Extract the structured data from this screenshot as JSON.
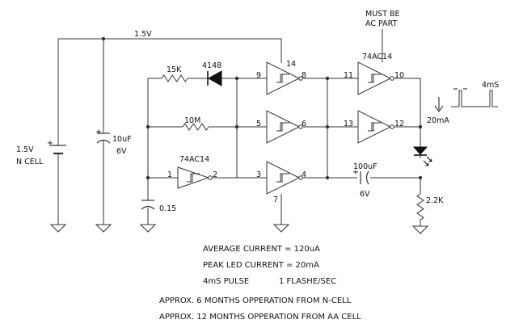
{
  "rail": {
    "label": "1.5V"
  },
  "battery": {
    "voltage": "1.5V",
    "name": "N CELL",
    "plus": "+"
  },
  "supply_cap": {
    "value": "10uF",
    "voltage": "6V",
    "plus": "+"
  },
  "timing_cap": {
    "value": "0.15"
  },
  "resistors": {
    "r15k": "15K",
    "r10m": "10M",
    "r22k": "2.2K"
  },
  "diode": {
    "part": "4148"
  },
  "chips": {
    "left": "74AC14",
    "right": "74AC14"
  },
  "pins": {
    "p1": "1",
    "p2": "2",
    "p3": "3",
    "p4": "4",
    "p5": "5",
    "p6": "6",
    "p7": "7",
    "p8": "8",
    "p9": "9",
    "p10": "10",
    "p11": "11",
    "p12": "12",
    "p13": "13",
    "p14": "14"
  },
  "output_cap": {
    "value": "100uF",
    "voltage": "6V",
    "plus": "+"
  },
  "note_ac": {
    "line1": "MUST BE",
    "line2": "AC PART"
  },
  "led_current": "20mA",
  "pulse_width": "4mS",
  "notes": {
    "avg": "AVERAGE CURRENT = 120uA",
    "peak": "PEAK LED CURRENT = 20mA",
    "pulse": "4mS PULSE",
    "flash": "1 FLASHE/SEC",
    "ncell": "APPROX. 6 MONTHS OPPERATION FROM N-CELL",
    "aa": "APPROX. 12 MONTHS OPPERATION FROM AA CELL"
  }
}
